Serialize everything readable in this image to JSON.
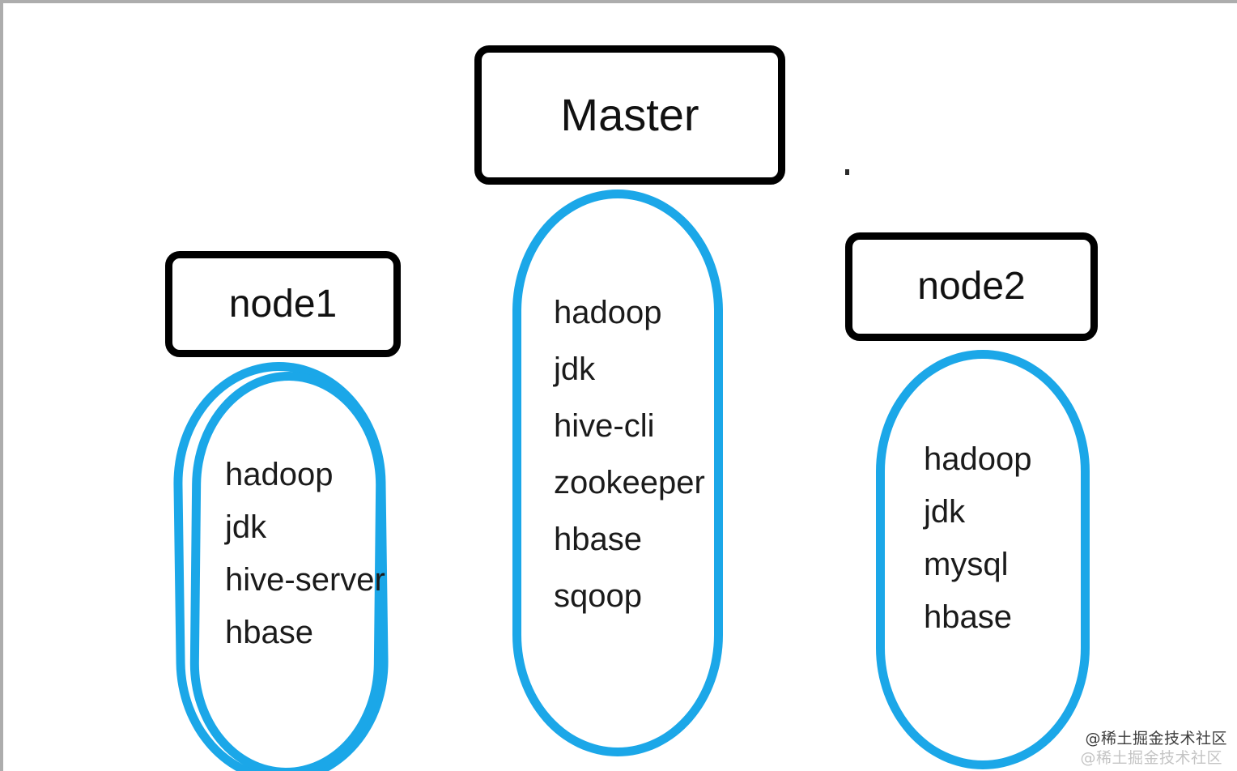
{
  "diagram": {
    "title": "Hadoop cluster node component layout",
    "accent_color": "#1BA7E8",
    "box_border_color": "#000000",
    "text_color": "#1b1b1b",
    "background": "#ffffff"
  },
  "nodes": [
    {
      "id": "node1",
      "label": "node1",
      "services": [
        "hadoop",
        "jdk",
        "hive-server",
        "hbase"
      ]
    },
    {
      "id": "master",
      "label": "Master",
      "services": [
        "hadoop",
        "jdk",
        "hive-cli",
        "zookeeper",
        "hbase",
        "sqoop"
      ]
    },
    {
      "id": "node2",
      "label": "node2",
      "services": [
        "hadoop",
        "jdk",
        "mysql",
        "hbase"
      ]
    }
  ],
  "watermark": {
    "main": "@稀土掘金技术社区",
    "ghost": "@稀土掘金技术社区"
  }
}
